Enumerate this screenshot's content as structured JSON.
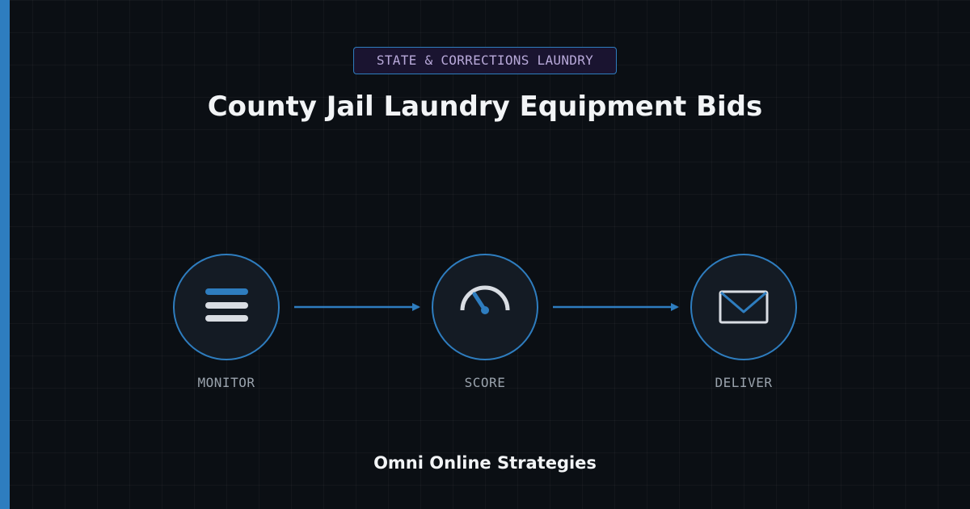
{
  "badge": {
    "label": "STATE & CORRECTIONS LAUNDRY"
  },
  "header": {
    "title": "County Jail Laundry Equipment Bids"
  },
  "steps": [
    {
      "label": "MONITOR",
      "icon": "list-icon"
    },
    {
      "label": "SCORE",
      "icon": "gauge-icon"
    },
    {
      "label": "DELIVER",
      "icon": "envelope-icon"
    }
  ],
  "footer": {
    "brand": "Omni Online Strategies"
  },
  "colors": {
    "background": "#0b0f14",
    "accent": "#2e7dbf",
    "badge_fill": "#1a1430",
    "badge_text": "#b8a9d9",
    "circle_fill": "#141b24",
    "icon_light": "#d9dde3",
    "label_text": "#9aa3ad",
    "title_text": "#f2f4f6"
  }
}
